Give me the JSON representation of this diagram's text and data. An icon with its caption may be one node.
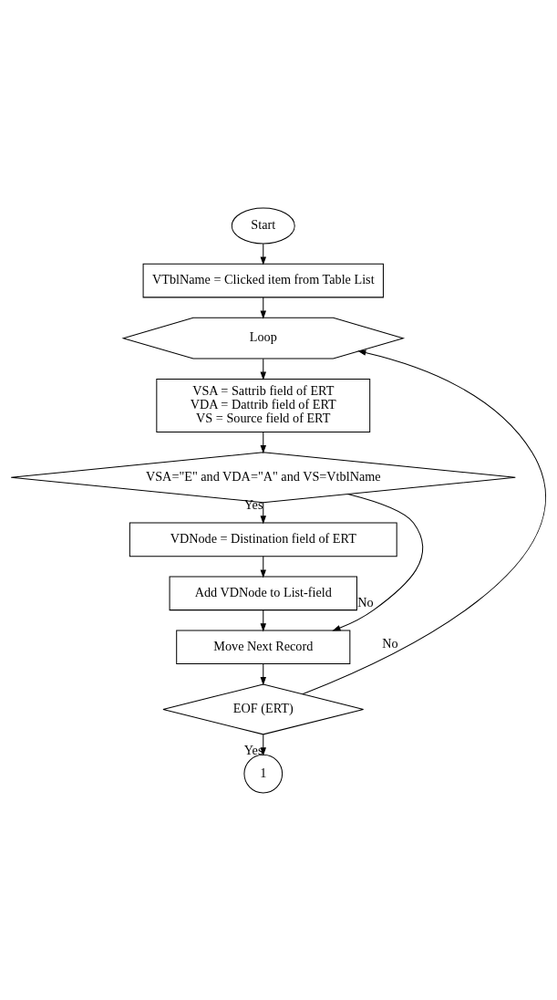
{
  "diagram": {
    "nodes": [
      {
        "text": [
          "Start"
        ]
      },
      {
        "text": [
          "VTblName = Clicked item from Table List"
        ]
      },
      {
        "text": [
          "Loop"
        ]
      },
      {
        "text": [
          "VSA = Sattrib field of ERT",
          "VDA = Dattrib field of ERT",
          "VS = Source field of ERT"
        ]
      },
      {
        "text": [
          "VSA=\"E\" and VDA=\"A\" and VS=VtblName"
        ]
      },
      {
        "text": [
          "VDNode = Distination field of ERT"
        ]
      },
      {
        "text": [
          "Add VDNode to List-field"
        ]
      },
      {
        "text": [
          "Move Next Record"
        ]
      },
      {
        "text": [
          "EOF (ERT)"
        ]
      },
      {
        "text": [
          "1"
        ]
      }
    ],
    "edges": [
      {
        "from": 0,
        "to": 1,
        "arrow": "to"
      },
      {
        "from": 1,
        "to": 2,
        "arrow": "to"
      },
      {
        "from": 2,
        "to": 3,
        "arrow": "to"
      },
      {
        "from": 3,
        "to": 4,
        "arrow": "to"
      },
      {
        "from": 4,
        "to": 5,
        "arrow": "to",
        "label": "Yes"
      },
      {
        "from": 5,
        "to": 6,
        "arrow": "to"
      },
      {
        "from": 6,
        "to": 7,
        "arrow": "to"
      },
      {
        "from": 4,
        "to": 7,
        "arrow": "to",
        "label": "No"
      },
      {
        "from": 7,
        "to": 8,
        "arrow": "to"
      },
      {
        "from": 8,
        "to": 2,
        "arrow": "to",
        "label": "No"
      },
      {
        "from": 8,
        "to": 9,
        "arrow": "to",
        "label": "Yes"
      }
    ]
  }
}
